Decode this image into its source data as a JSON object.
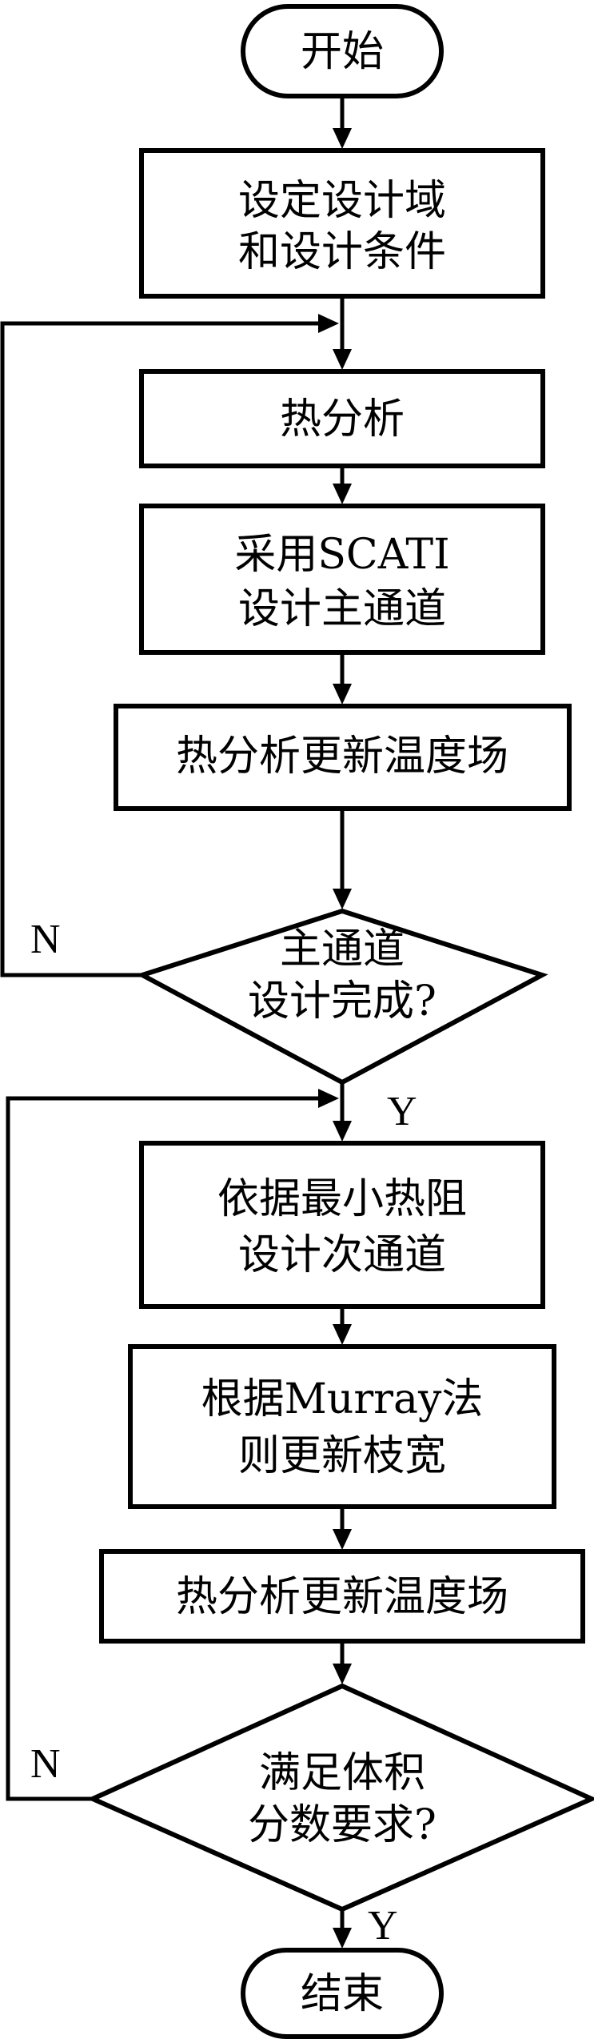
{
  "flowchart": {
    "start": "开始",
    "set_domain": [
      "设定设计域",
      "和设计条件"
    ],
    "thermal_1": "热分析",
    "scati": [
      "采用SCATI",
      "设计主通道"
    ],
    "update_temp_1": "热分析更新温度场",
    "main_done": [
      "主通道",
      "设计完成?"
    ],
    "min_resistance": [
      "依据最小热阻",
      "设计次通道"
    ],
    "murray": [
      "根据Murray法",
      "则更新枝宽"
    ],
    "update_temp_2": "热分析更新温度场",
    "volume_ok": [
      "满足体积",
      "分数要求?"
    ],
    "end": "结束",
    "yes": "Y",
    "no": "N"
  }
}
